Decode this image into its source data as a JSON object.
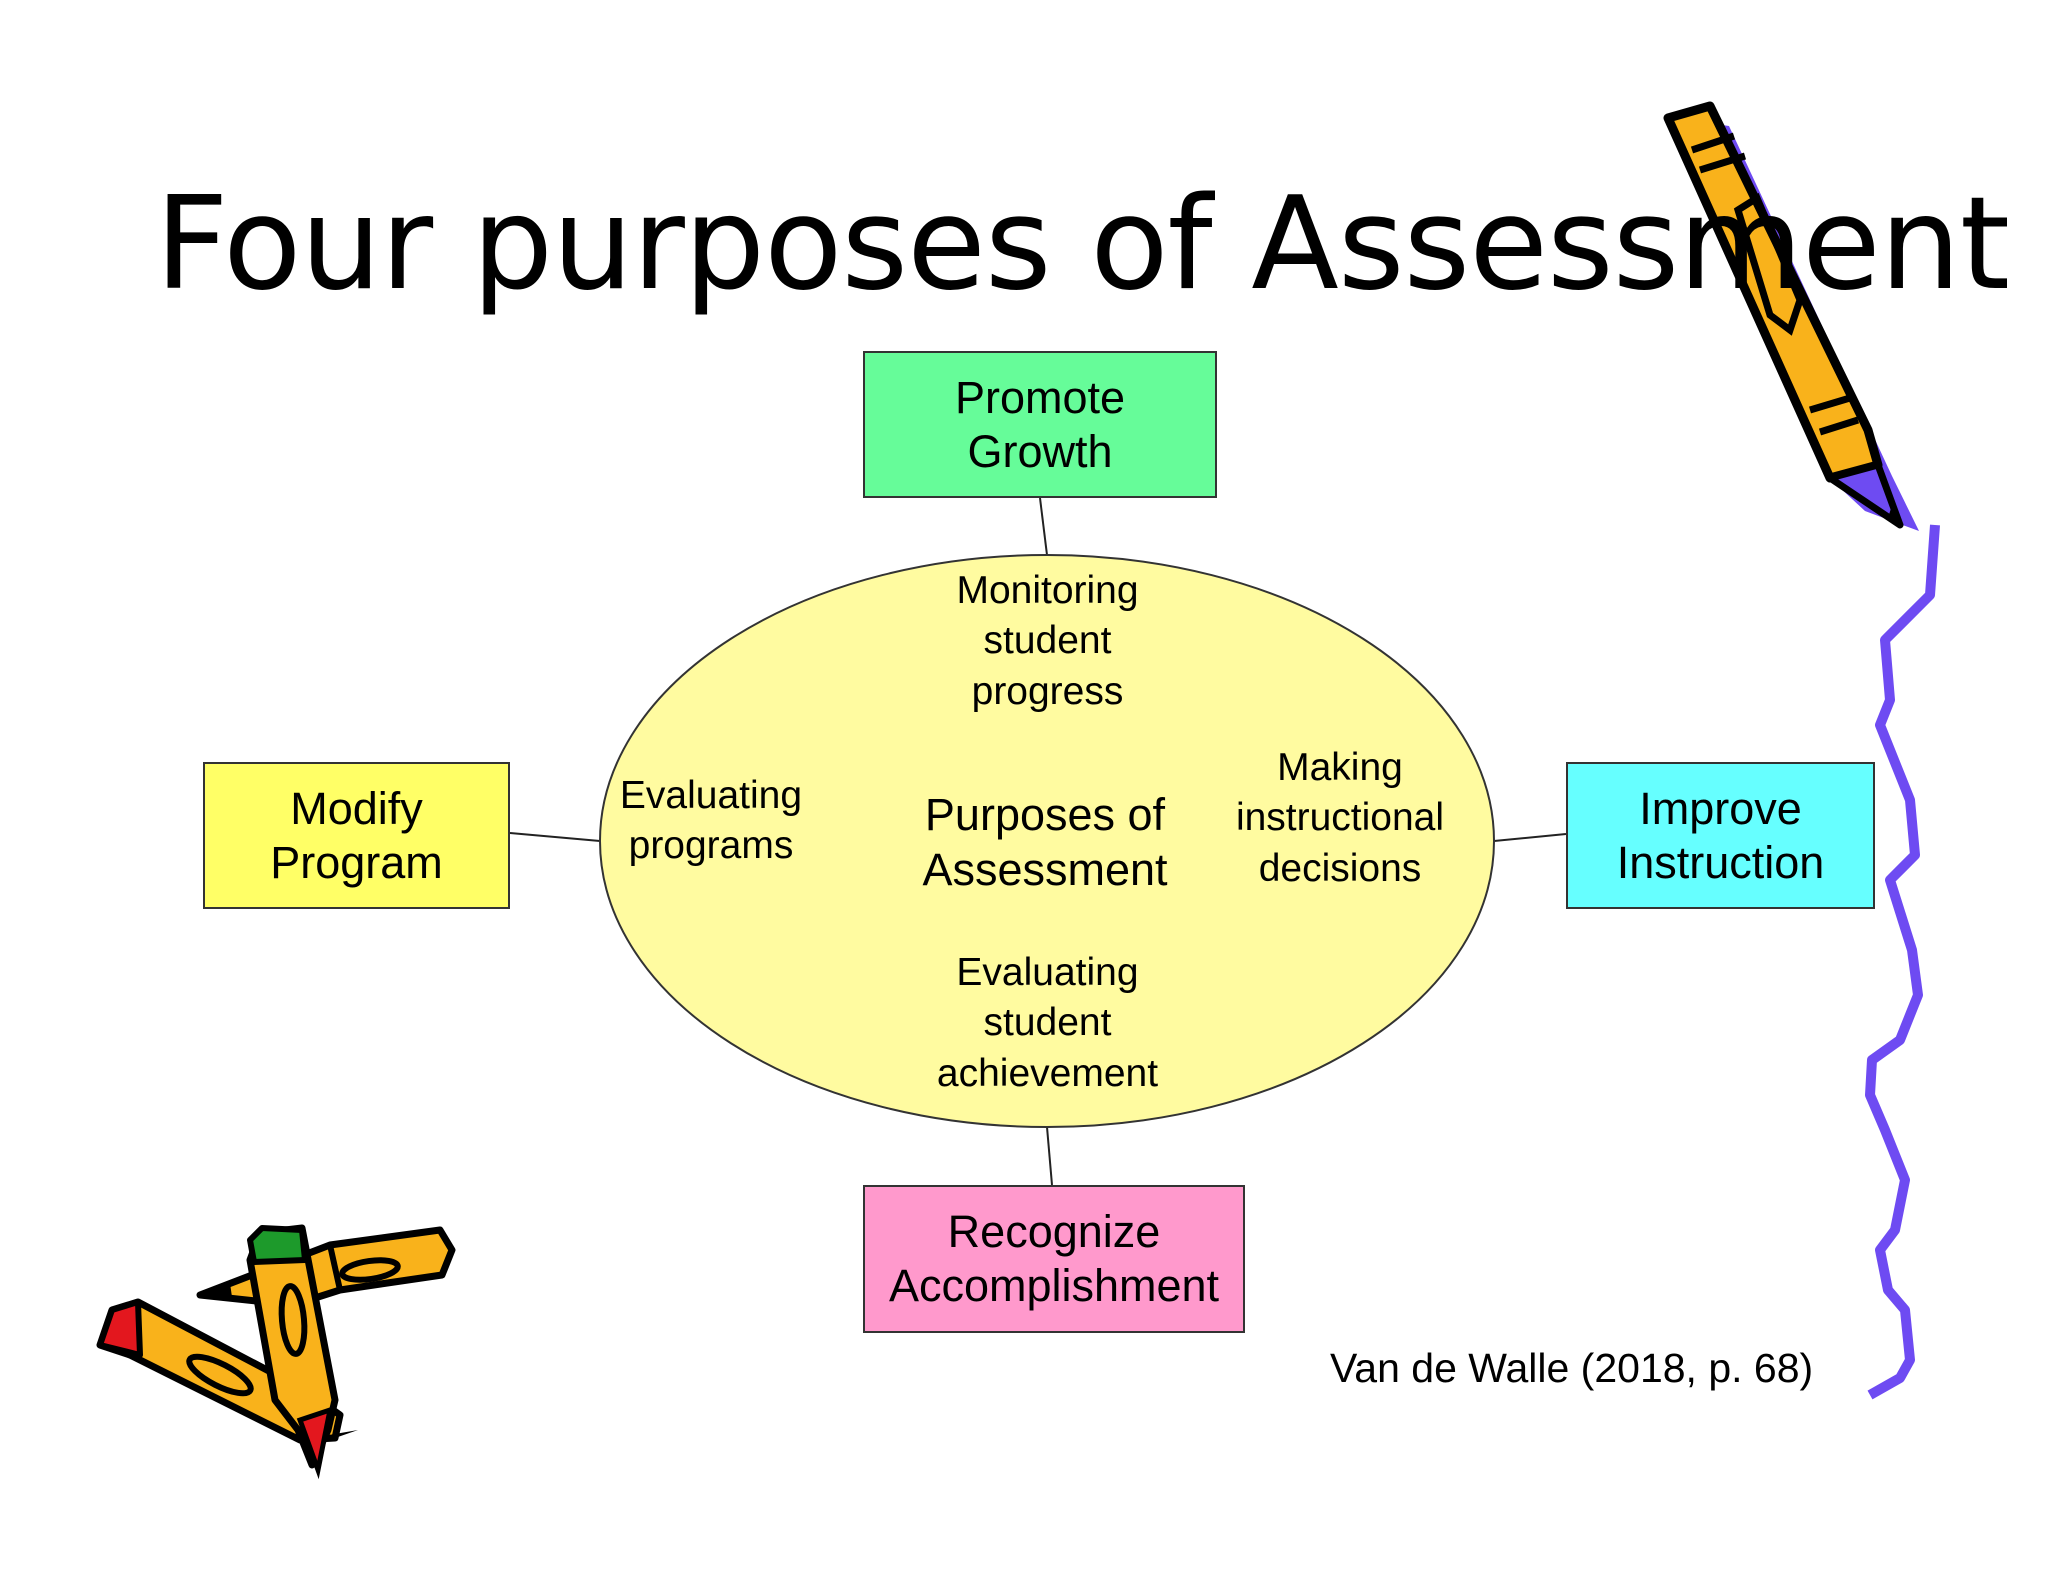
{
  "title": "Four purposes of Assessment",
  "center": {
    "label": "Purposes of\nAssessment",
    "fill": "#FFFBA0"
  },
  "ellipse_labels": {
    "top": "Monitoring\nstudent\nprogress",
    "left": "Evaluating\nprograms",
    "right": "Making\ninstructional\ndecisions",
    "bottom": "Evaluating\nstudent\nachievement"
  },
  "boxes": {
    "top": {
      "label": "Promote\nGrowth",
      "fill": "#66FC99"
    },
    "left": {
      "label": "Modify\nProgram",
      "fill": "#FFFF66"
    },
    "right": {
      "label": "Improve\nInstruction",
      "fill": "#66FFFF"
    },
    "bottom": {
      "label": "Recognize\nAccomplishment",
      "fill": "#FF99CC"
    }
  },
  "citation": "Van de Walle (2018, p. 68)",
  "decorations": {
    "pencil_color": "#F9B21B",
    "squiggle_color": "#6E4BF2",
    "eraser_red": "#E3171E",
    "eraser_green": "#1D9A2B"
  }
}
